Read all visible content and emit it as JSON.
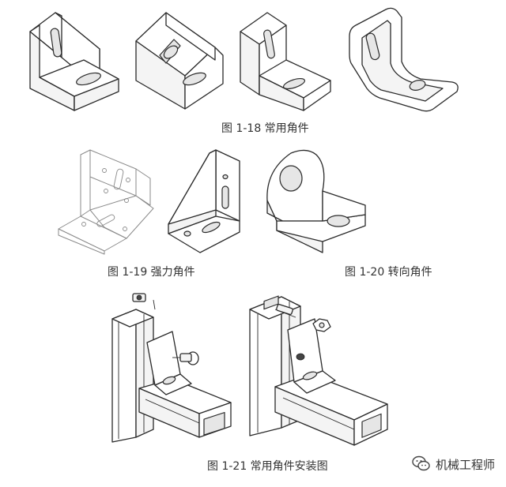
{
  "figures": {
    "fig_1_18": {
      "caption": "图 1-18  常用角件"
    },
    "fig_1_19": {
      "caption": "图 1-19  强力角件"
    },
    "fig_1_20": {
      "caption": "图 1-20  转向角件"
    },
    "fig_1_21": {
      "caption": "图 1-21  常用角件安装图"
    }
  },
  "watermark": {
    "text": "机械工程师",
    "icon": "wechat-icon"
  }
}
